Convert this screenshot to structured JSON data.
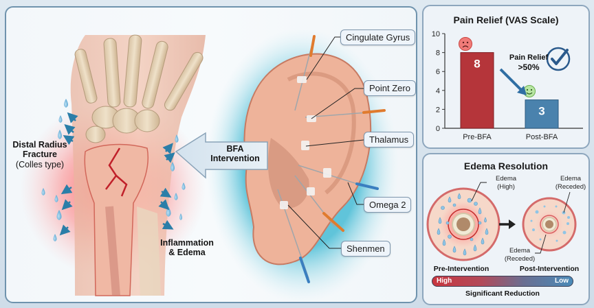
{
  "main": {
    "fracture_label": {
      "line1": "Distal Radius",
      "line2": "Fracture",
      "line3": "(Colles type)"
    },
    "inflammation_label": {
      "line1": "Inflammation",
      "line2": "& Edema"
    },
    "intervention_arrow": {
      "line1": "BFA",
      "line2": "Intervention"
    },
    "acupoints": [
      "Cingulate Gyrus",
      "Point Zero",
      "Thalamus",
      "Omega 2",
      "Shenmen"
    ]
  },
  "pain_relief": {
    "title": "Pain Relief (VAS Scale)",
    "annotation_line1": "Pain Relief",
    "annotation_line2": ">50%",
    "icons": {
      "pre": "sad-face-icon",
      "post": "smiley-face-icon",
      "check": "checkmark-icon"
    },
    "colors": {
      "pre": "#b5353a",
      "post": "#4a82ad"
    }
  },
  "edema": {
    "title": "Edema Resolution",
    "pre_callout": {
      "line1": "Edema",
      "line2": "(High)"
    },
    "post_callout_top": {
      "line1": "Edema",
      "line2": "(Receded)"
    },
    "post_callout_bottom": {
      "line1": "Edema",
      "line2": "(Receded)"
    },
    "pre_label": "Pre-Intervention",
    "post_label": "Post-Intervention",
    "scale_high": "High",
    "scale_low": "Low",
    "scale_caption": "Significant Reduction",
    "colors": {
      "high": "#c8363f",
      "low": "#4a8ab8"
    }
  },
  "chart_data": {
    "type": "bar",
    "title": "Pain Relief (VAS Scale)",
    "categories": [
      "Pre-BFA",
      "Post-BFA"
    ],
    "values": [
      8,
      3
    ],
    "xlabel": "",
    "ylabel": "",
    "ylim": [
      0,
      10
    ],
    "yticks": [
      0,
      2,
      4,
      6,
      8,
      10
    ],
    "grid": false,
    "annotations": [
      "Pain Relief >50%"
    ]
  }
}
